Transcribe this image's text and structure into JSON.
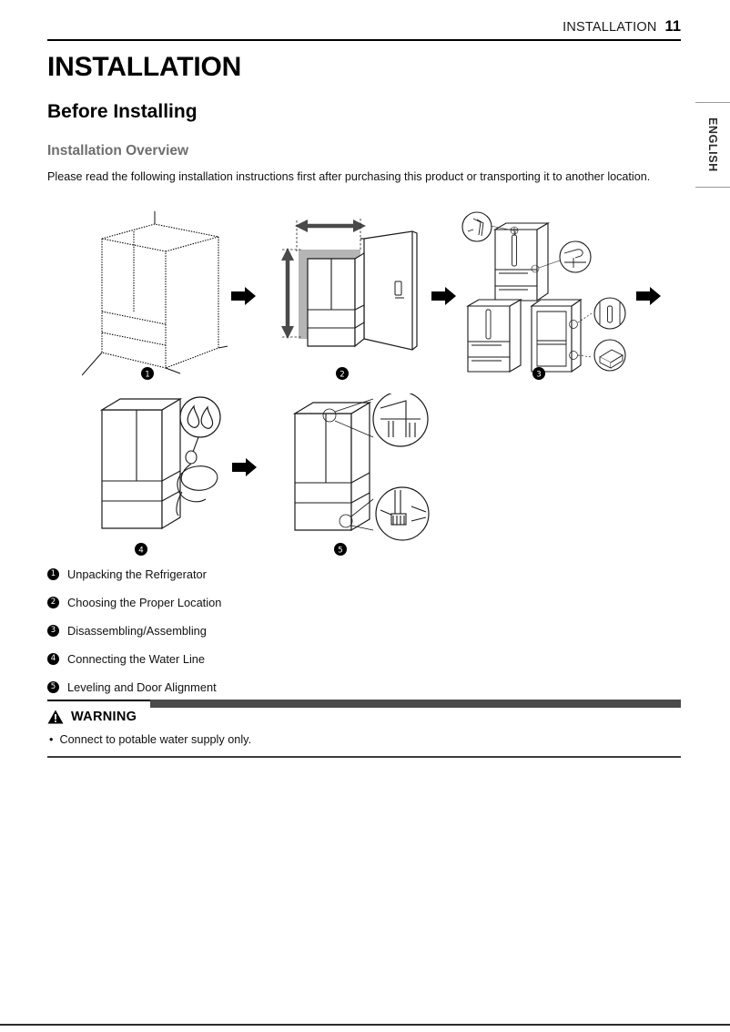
{
  "header": {
    "chapter": "INSTALLATION",
    "page_number": "11"
  },
  "side_tab": {
    "label": "ENGLISH"
  },
  "titles": {
    "h1": "INSTALLATION",
    "h2": "Before Installing",
    "h3": "Installation Overview"
  },
  "intro": "Please read the following installation instructions first after purchasing this product or transporting it to another location.",
  "figures": [
    {
      "step": "1",
      "caption_marker": "❶",
      "name": "unpacking-refrigerator-diagram"
    },
    {
      "step": "2",
      "caption_marker": "❷",
      "name": "choosing-location-doorway-diagram"
    },
    {
      "step": "3",
      "caption_marker": "❸",
      "name": "disassembling-assembling-diagram"
    },
    {
      "step": "4",
      "caption_marker": "❹",
      "name": "connecting-water-line-diagram"
    },
    {
      "step": "5",
      "caption_marker": "❺",
      "name": "leveling-door-alignment-diagram"
    }
  ],
  "legend": [
    {
      "number": "1",
      "label": "Unpacking the Refrigerator"
    },
    {
      "number": "2",
      "label": "Choosing the Proper Location"
    },
    {
      "number": "3",
      "label": "Disassembling/Assembling"
    },
    {
      "number": "4",
      "label": "Connecting the Water Line"
    },
    {
      "number": "5",
      "label": "Leveling and Door Alignment"
    }
  ],
  "warning": {
    "title": "WARNING",
    "bullet": "•",
    "items": [
      "Connect to potable water supply only."
    ]
  },
  "colors": {
    "text": "#111111",
    "subheading": "#6e6e6e",
    "warning_bar": "#4a4a4a",
    "rule": "#000000",
    "shadow_gray": "#c9c9c9"
  }
}
